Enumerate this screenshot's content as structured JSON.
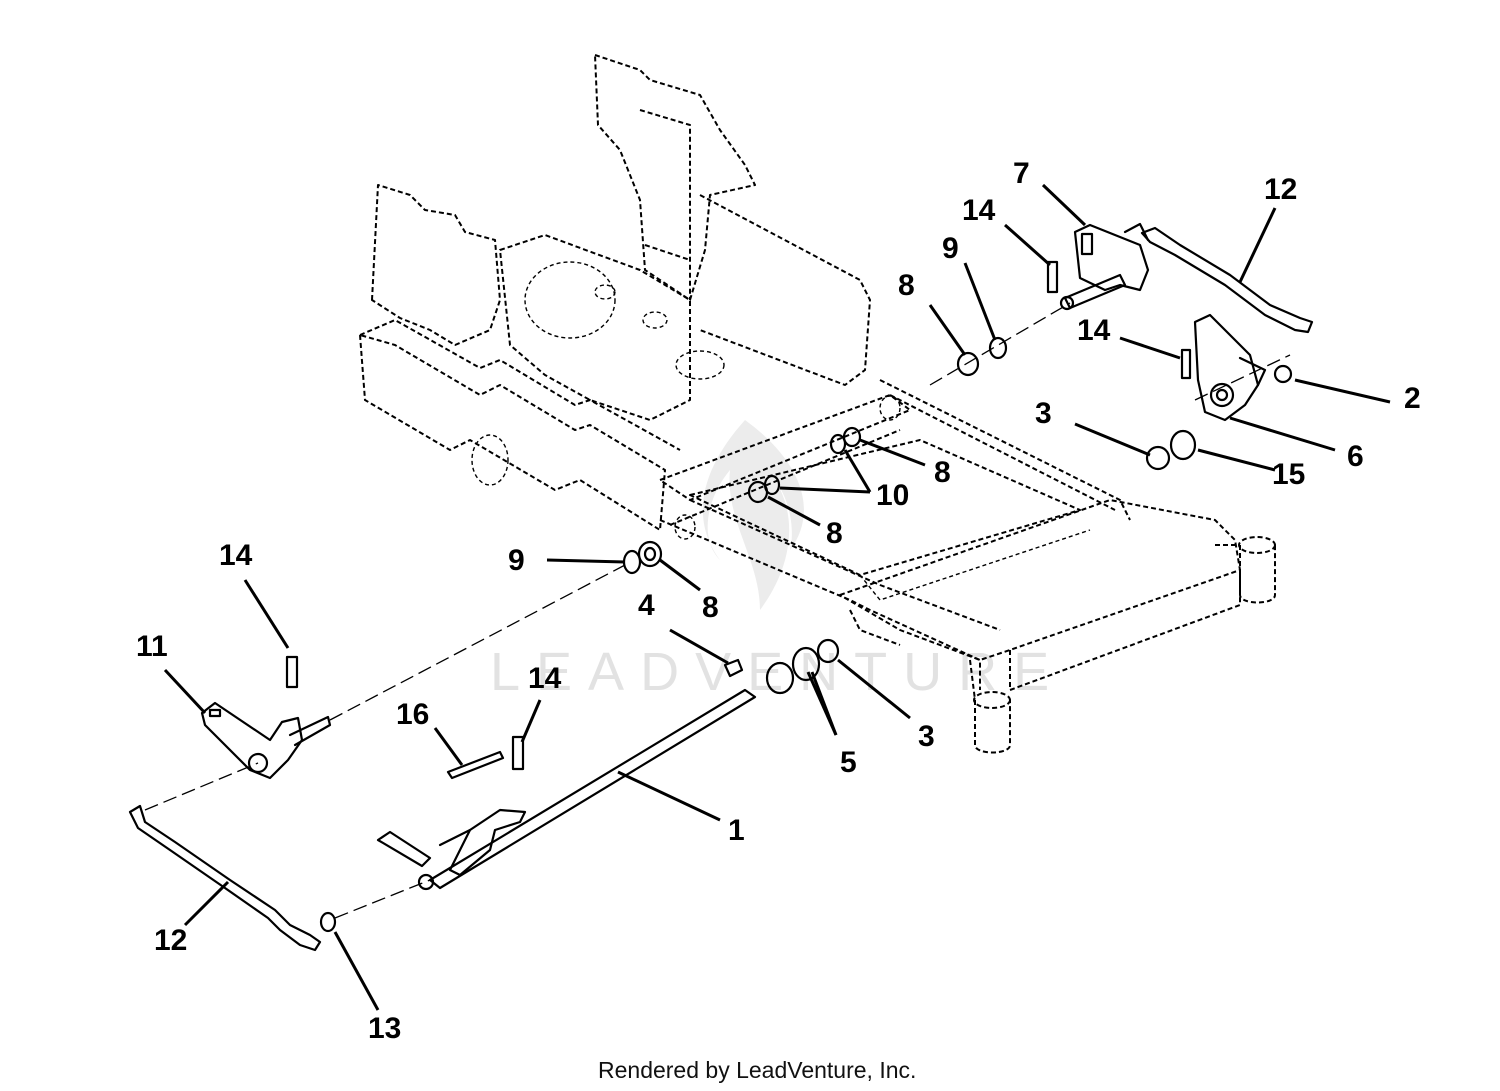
{
  "diagram": {
    "callouts": [
      {
        "label": "7"
      },
      {
        "label": "12"
      },
      {
        "label": "14"
      },
      {
        "label": "9"
      },
      {
        "label": "8"
      },
      {
        "label": "14"
      },
      {
        "label": "2"
      },
      {
        "label": "3"
      },
      {
        "label": "6"
      },
      {
        "label": "15"
      },
      {
        "label": "8"
      },
      {
        "label": "10"
      },
      {
        "label": "8"
      },
      {
        "label": "9"
      },
      {
        "label": "8"
      },
      {
        "label": "14"
      },
      {
        "label": "11"
      },
      {
        "label": "4"
      },
      {
        "label": "14"
      },
      {
        "label": "16"
      },
      {
        "label": "5"
      },
      {
        "label": "3"
      },
      {
        "label": "1"
      },
      {
        "label": "12"
      },
      {
        "label": "13"
      }
    ],
    "watermark": "LEADVENTURE",
    "footer": "Rendered by LeadVenture, Inc."
  }
}
